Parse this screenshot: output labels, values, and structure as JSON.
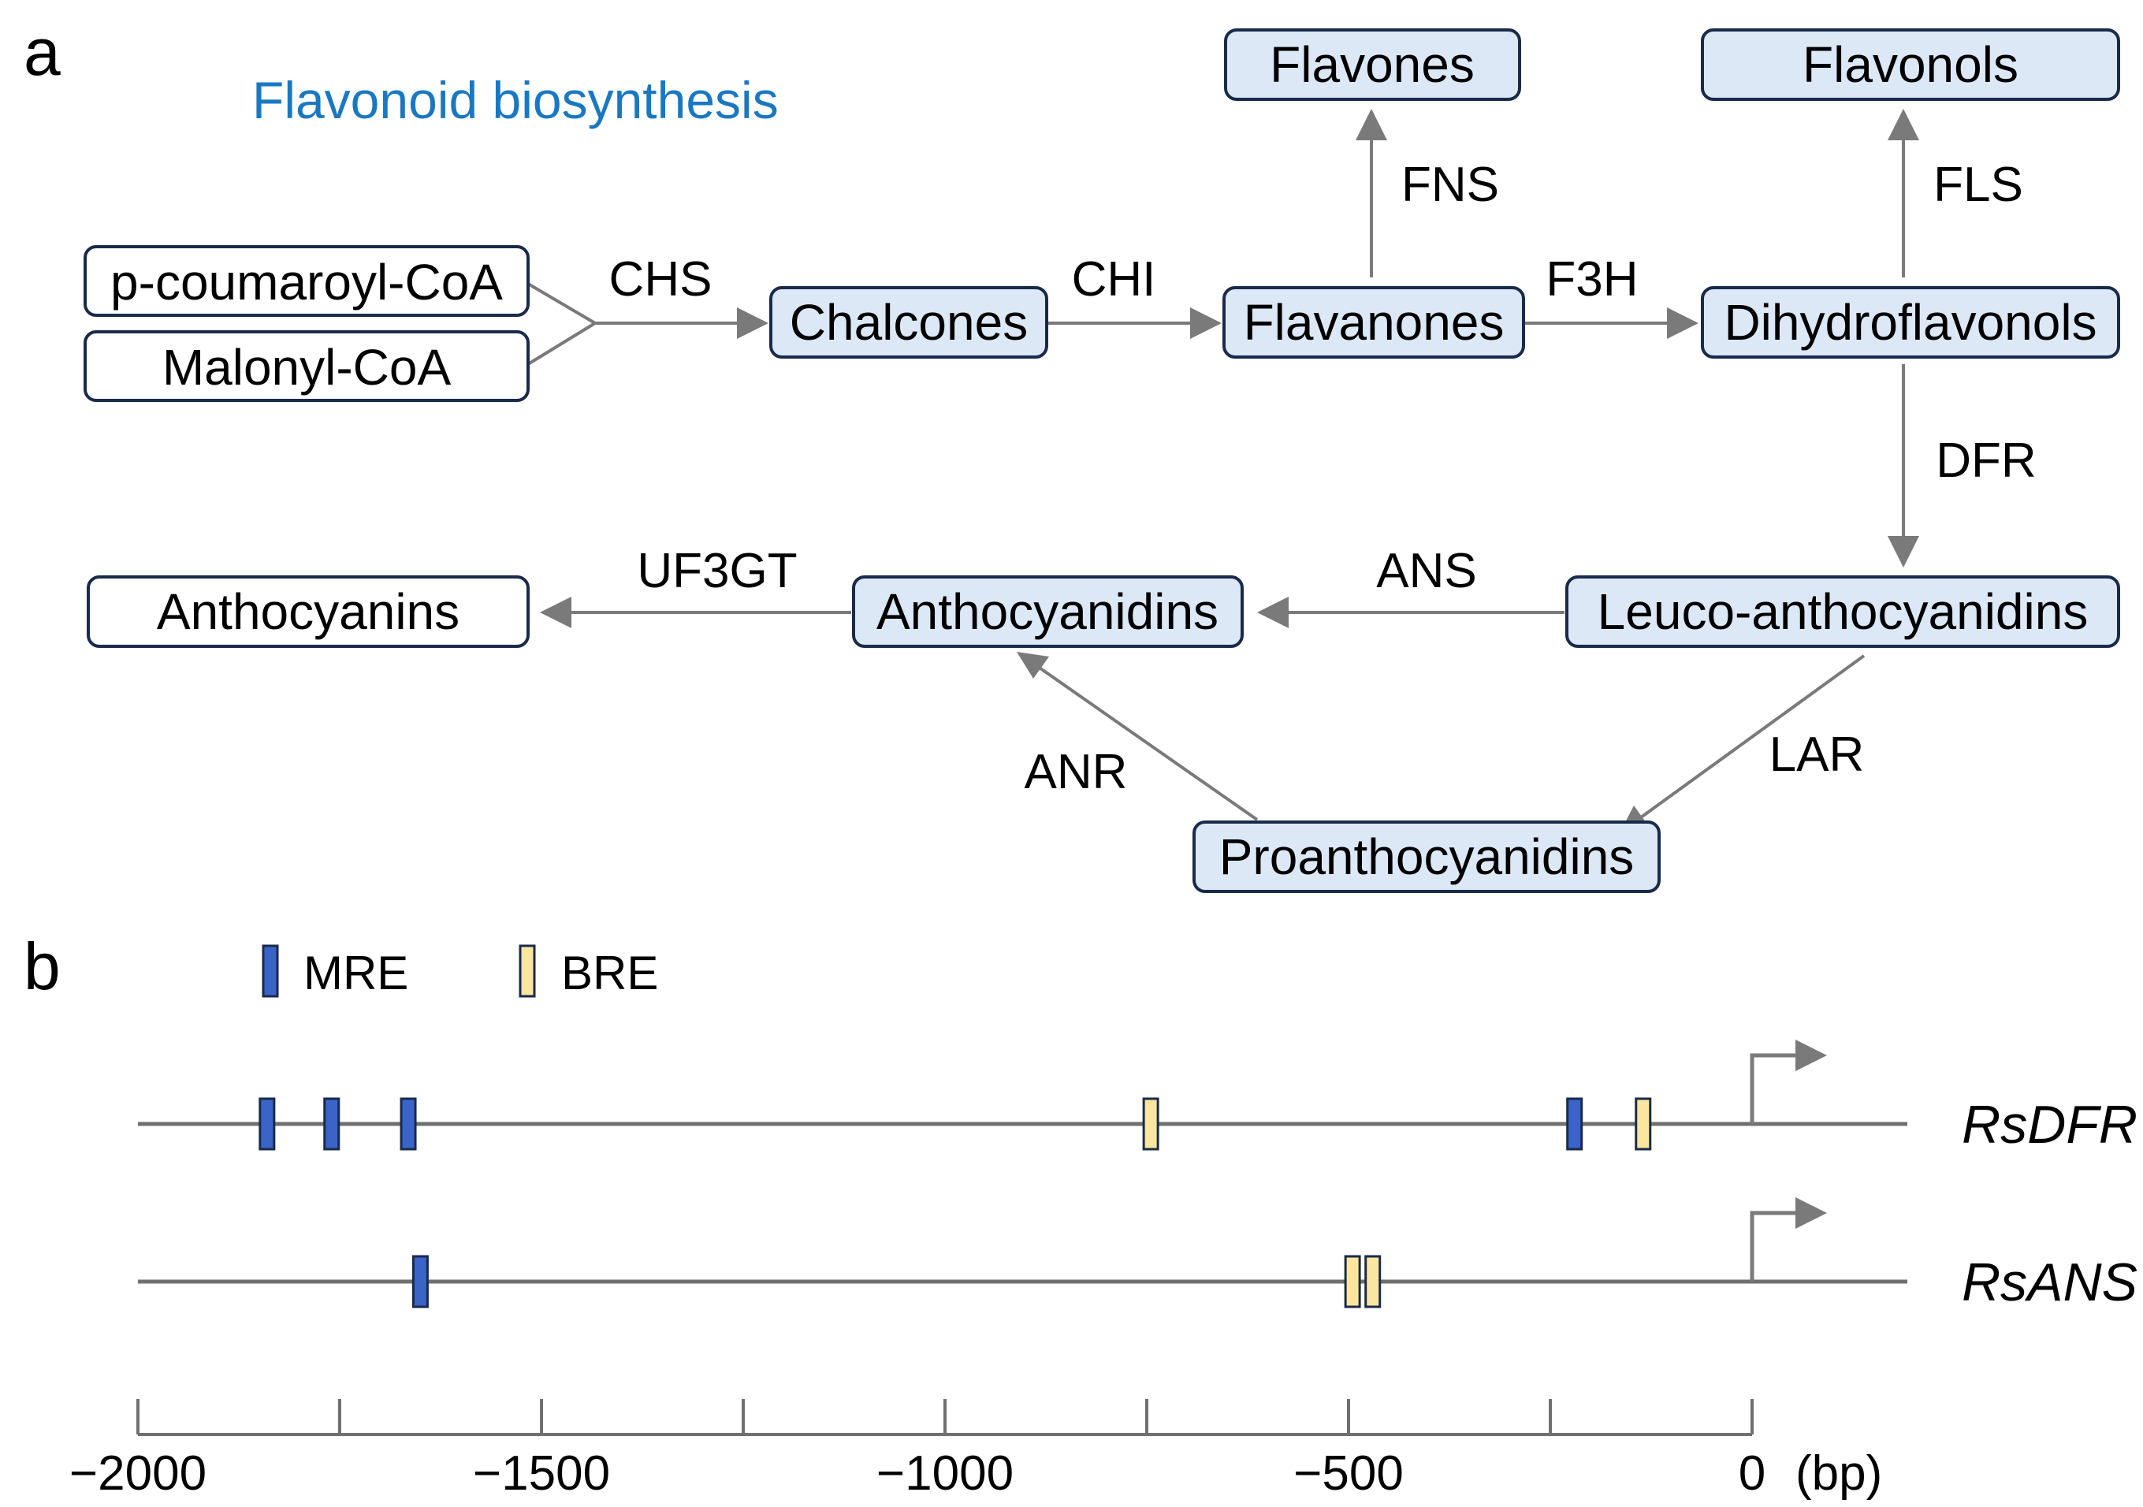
{
  "panel_a": {
    "letter": "a",
    "title": "Flavonoid biosynthesis",
    "title_color": "#1a78c2",
    "nodes": {
      "p_coumaroyl": "p-coumaroyl-CoA",
      "malonyl": "Malonyl-CoA",
      "chalcones": "Chalcones",
      "flavanones": "Flavanones",
      "flavones": "Flavones",
      "dihydroflavonols": "Dihydroflavonols",
      "flavonols": "Flavonols",
      "leuco": "Leuco-anthocyanidins",
      "anthocyanidins": "Anthocyanidins",
      "anthocyanins": "Anthocyanins",
      "proanthocyanidins": "Proanthocyanidins"
    },
    "enzymes": {
      "chs": "CHS",
      "chi": "CHI",
      "fns": "FNS",
      "f3h": "F3H",
      "fls": "FLS",
      "dfr": "DFR",
      "ans": "ANS",
      "uf3gt": "UF3GT",
      "lar": "LAR",
      "anr": "ANR"
    },
    "colors": {
      "highlight_fill": "#dce8f5",
      "plain_fill": "#ffffff",
      "box_stroke": "#1a2a4a",
      "arrow": "#7a7a7a",
      "highlight_enzyme": "#ff1a1a"
    }
  },
  "panel_b": {
    "letter": "b",
    "legend": {
      "mre": "MRE",
      "bre": "BRE"
    },
    "colors": {
      "mre": "#3a64c8",
      "bre": "#fbe6a0"
    },
    "axis": {
      "range": [
        -2000,
        200
      ],
      "major_ticks": [
        -2000,
        -1500,
        -1000,
        -500,
        0
      ],
      "major_tick_labels": [
        "−2000",
        "−1500",
        "−1000",
        "−500",
        "0"
      ],
      "minor_ticks": [
        -1750,
        -1250,
        -750,
        -250
      ],
      "unit": "(bp)"
    },
    "genes": [
      {
        "name": "RsDFR",
        "elements": [
          {
            "type": "MRE",
            "position": -1840
          },
          {
            "type": "MRE",
            "position": -1760
          },
          {
            "type": "MRE",
            "position": -1665
          },
          {
            "type": "BRE",
            "position": -745
          },
          {
            "type": "MRE",
            "position": -220
          },
          {
            "type": "BRE",
            "position": -135
          }
        ]
      },
      {
        "name": "RsANS",
        "elements": [
          {
            "type": "MRE",
            "position": -1650
          },
          {
            "type": "BRE",
            "position": -495
          },
          {
            "type": "BRE",
            "position": -470
          }
        ]
      }
    ]
  }
}
